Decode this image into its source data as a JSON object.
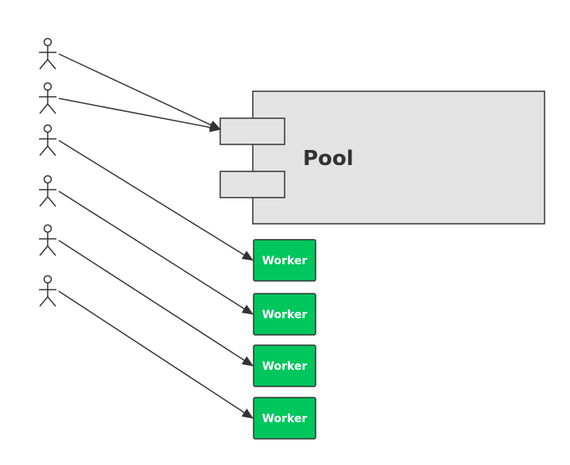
{
  "pool": {
    "title": "Pool",
    "fill": "#e3e3e3",
    "stroke": "#333333",
    "ports": 2
  },
  "actors": {
    "count": 6,
    "stroke": "#333333",
    "icon": "stick-figure-icon"
  },
  "workers": {
    "fill": "#00c65e",
    "stroke": "#333333",
    "items": [
      {
        "label": "Worker"
      },
      {
        "label": "Worker"
      },
      {
        "label": "Worker"
      },
      {
        "label": "Worker"
      }
    ]
  },
  "connections": [
    {
      "from": "actor-1",
      "to": "pool-port-1"
    },
    {
      "from": "actor-2",
      "to": "pool-port-1"
    },
    {
      "from": "actor-3",
      "to": "worker-1"
    },
    {
      "from": "actor-4",
      "to": "worker-2"
    },
    {
      "from": "actor-5",
      "to": "worker-3"
    },
    {
      "from": "actor-6",
      "to": "worker-4"
    }
  ]
}
